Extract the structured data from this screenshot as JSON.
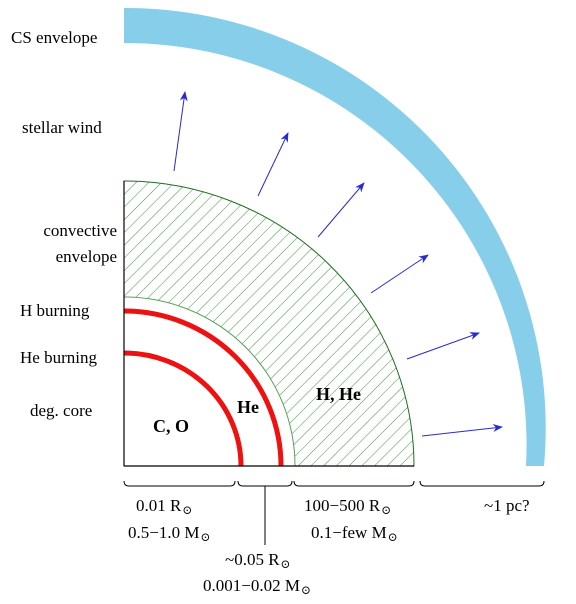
{
  "labels": {
    "cs_envelope": "CS envelope",
    "stellar_wind": "stellar wind",
    "convective_1": "convective",
    "convective_2": "envelope",
    "h_burning": "H burning",
    "he_burning": "He burning",
    "deg_core": "deg. core"
  },
  "regions": {
    "core": "C, O",
    "he_shell": "He",
    "envelope": "H, He"
  },
  "scale": {
    "core_radius": "0.01 R",
    "core_mass": "0.5−1.0 M",
    "shell_radius": "~0.05  R",
    "shell_mass": "0.001−0.02 M",
    "envelope_radius": "100−500 R",
    "envelope_mass": "0.1−few M",
    "cs_distance": "~1 pc?",
    "sun_symbol": "⊙"
  },
  "colors": {
    "cs_envelope": "#87CEEB",
    "burning_shell": "#ee1111",
    "hatch": "#3a9a3a",
    "wind_arrow": "#2a2ad0"
  }
}
